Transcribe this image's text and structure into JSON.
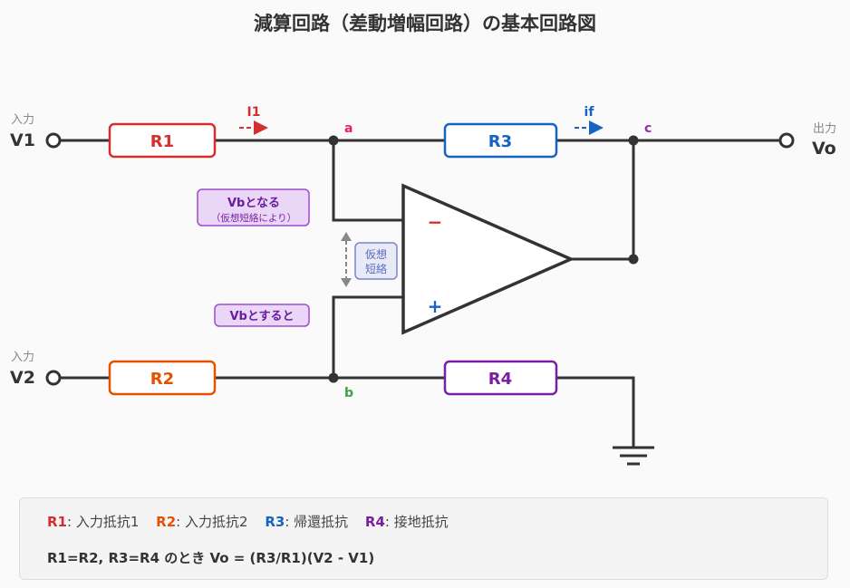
{
  "title": "減算回路（差動増幅回路）の基本回路図",
  "colors": {
    "wire": "#333333",
    "r1": "#d32f2f",
    "r2": "#e65100",
    "r3": "#1565c0",
    "r4": "#7b1fa2",
    "node_a": "#e91e63",
    "node_b": "#43a047",
    "node_c": "#9c27b0",
    "annotation_fill": "#ead7f7",
    "annotation_border": "#9c4dcc",
    "virtual_short_fill": "#e8eaf6",
    "virtual_short_border": "#7986cb"
  },
  "terminals": {
    "v1": {
      "caption": "入力",
      "label": "V1"
    },
    "v2": {
      "caption": "入力",
      "label": "V2"
    },
    "vo": {
      "caption": "出力",
      "label": "Vo"
    }
  },
  "resistors": {
    "r1": "R1",
    "r2": "R2",
    "r3": "R3",
    "r4": "R4"
  },
  "currents": {
    "i1": "I1",
    "if": "if"
  },
  "nodes": {
    "a": "a",
    "b": "b",
    "c": "c"
  },
  "opamp": {
    "inverting": "−",
    "non_inverting": "+"
  },
  "annotations": {
    "vb_becomes": "Vbとなる",
    "vb_becomes_sub": "（仮想短絡により）",
    "vb_assume": "Vbとすると",
    "virtual_short_line1": "仮想",
    "virtual_short_line2": "短絡"
  },
  "legend": {
    "items": [
      {
        "key": "R1",
        "desc": ": 入力抵抗1"
      },
      {
        "key": "R2",
        "desc": ": 入力抵抗2"
      },
      {
        "key": "R3",
        "desc": ": 帰還抵抗"
      },
      {
        "key": "R4",
        "desc": ": 接地抵抗"
      }
    ],
    "formula": "R1=R2, R3=R4 のとき Vo = (R3/R1)(V2 - V1)"
  }
}
